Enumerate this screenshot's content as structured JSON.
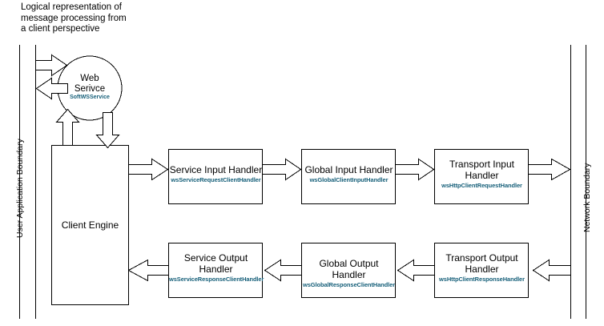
{
  "caption": {
    "text": "Logical representation of\nmessage processing from\na client perspective"
  },
  "boundaries": {
    "left_label": "User Application Boundary",
    "right_label": "Network Boundary"
  },
  "web_service": {
    "title_line1": "Web",
    "title_line2": "Serivce",
    "subtitle": "SoftWSService"
  },
  "client_engine": {
    "title": "Client Engine"
  },
  "input_row": [
    {
      "title_line1": "Service Input Handler",
      "title_line2": "",
      "subtitle": "wsServiceRequestClientHandler"
    },
    {
      "title_line1": "Global Input Handler",
      "title_line2": "",
      "subtitle": "wsGlobalClientInputHandler"
    },
    {
      "title_line1": "Transport Input",
      "title_line2": "Handler",
      "subtitle": "wsHttpClientRequestHandler"
    }
  ],
  "output_row": [
    {
      "title_line1": "Service Output",
      "title_line2": "Handler",
      "subtitle": "wsServiceResponseClientHandler"
    },
    {
      "title_line1": "Global Output Handler",
      "title_line2": "",
      "subtitle": "wsGlobalResponseClientHandler"
    },
    {
      "title_line1": "Transport Output",
      "title_line2": "Handler",
      "subtitle": "wsHttpClientResponseHandler"
    }
  ],
  "colors": {
    "stroke": "#000000",
    "background": "#ffffff",
    "subtitle": "#17607a"
  }
}
